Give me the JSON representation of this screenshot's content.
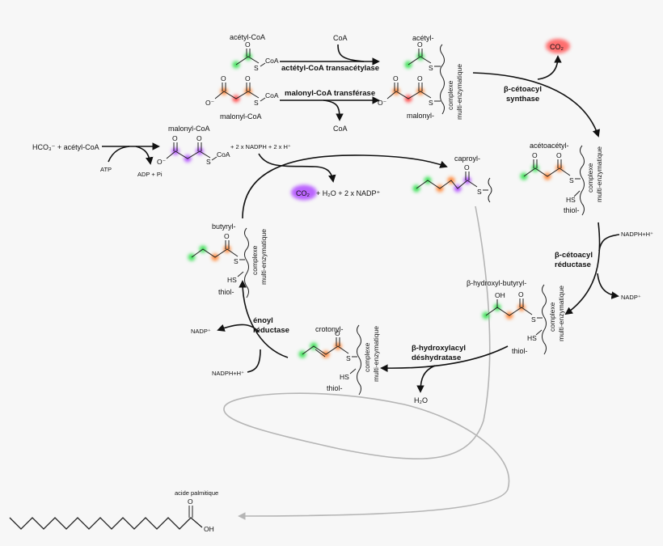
{
  "colors": {
    "green": "#3fe25a",
    "orange": "#ff8a3d",
    "red": "#ff5050",
    "purple": "#b455ff",
    "dark": "#111111",
    "grey": "#b5b5b5"
  },
  "molecules": {
    "acetyl_coa": "acétyl-CoA",
    "malonyl_coa_top": "malonyl-CoA",
    "acetyl": "acétyl-",
    "malonyl": "malonyl-",
    "malonyl_coa_mid": "malonyl-CoA",
    "caproyl": "caproyl-",
    "acetoacetyl": "acétoacétyl-",
    "hydroxybutyryl": "β-hydroxyl-butyryl-",
    "crotonyl": "crotonyl-",
    "butyryl": "butyryl-",
    "palmitic": "acide palmitique"
  },
  "enzymes": {
    "transacetylase": "actétyl-CoA transacétylase",
    "transferase": "malonyl-CoA transférase",
    "synthase_1": "β-cétoacyl",
    "synthase_2": "synthase",
    "reductase_1": "β-cétoacyl",
    "reductase_2": "réductase",
    "dehydratase_1": "β-hydroxylacyl",
    "dehydratase_2": "déshydratase",
    "enoyl_1": "énoyl",
    "enoyl_2": "réductase"
  },
  "reagents": {
    "coa_in": "CoA",
    "coa_out": "CoA",
    "co2_top": "CO₂",
    "hco3": "HCO₃⁻ + acétyl-CoA",
    "atp": "ATP",
    "adp": "ADP + Pi",
    "nadph_in": "+ 2 x NADPH + 2 x H⁺",
    "co2_mid": "CO₂",
    "water_nadp": "+ H₂O + 2 x NADP⁺",
    "nadph_red": "NADPH+H⁺",
    "nadp_red": "NADP⁺",
    "h2o": "H₂O",
    "nadp_enoyl": "NADP⁺",
    "nadph_enoyl": "NADPH+H⁺"
  },
  "complex": {
    "line1": "complexe",
    "line2": "multi-enzymatique",
    "hs": "HS",
    "thiol": "thiol-"
  },
  "atoms": {
    "S": "S",
    "CoA": "CoA",
    "O": "O",
    "Ominus": "O⁻",
    "OH": "OH"
  }
}
